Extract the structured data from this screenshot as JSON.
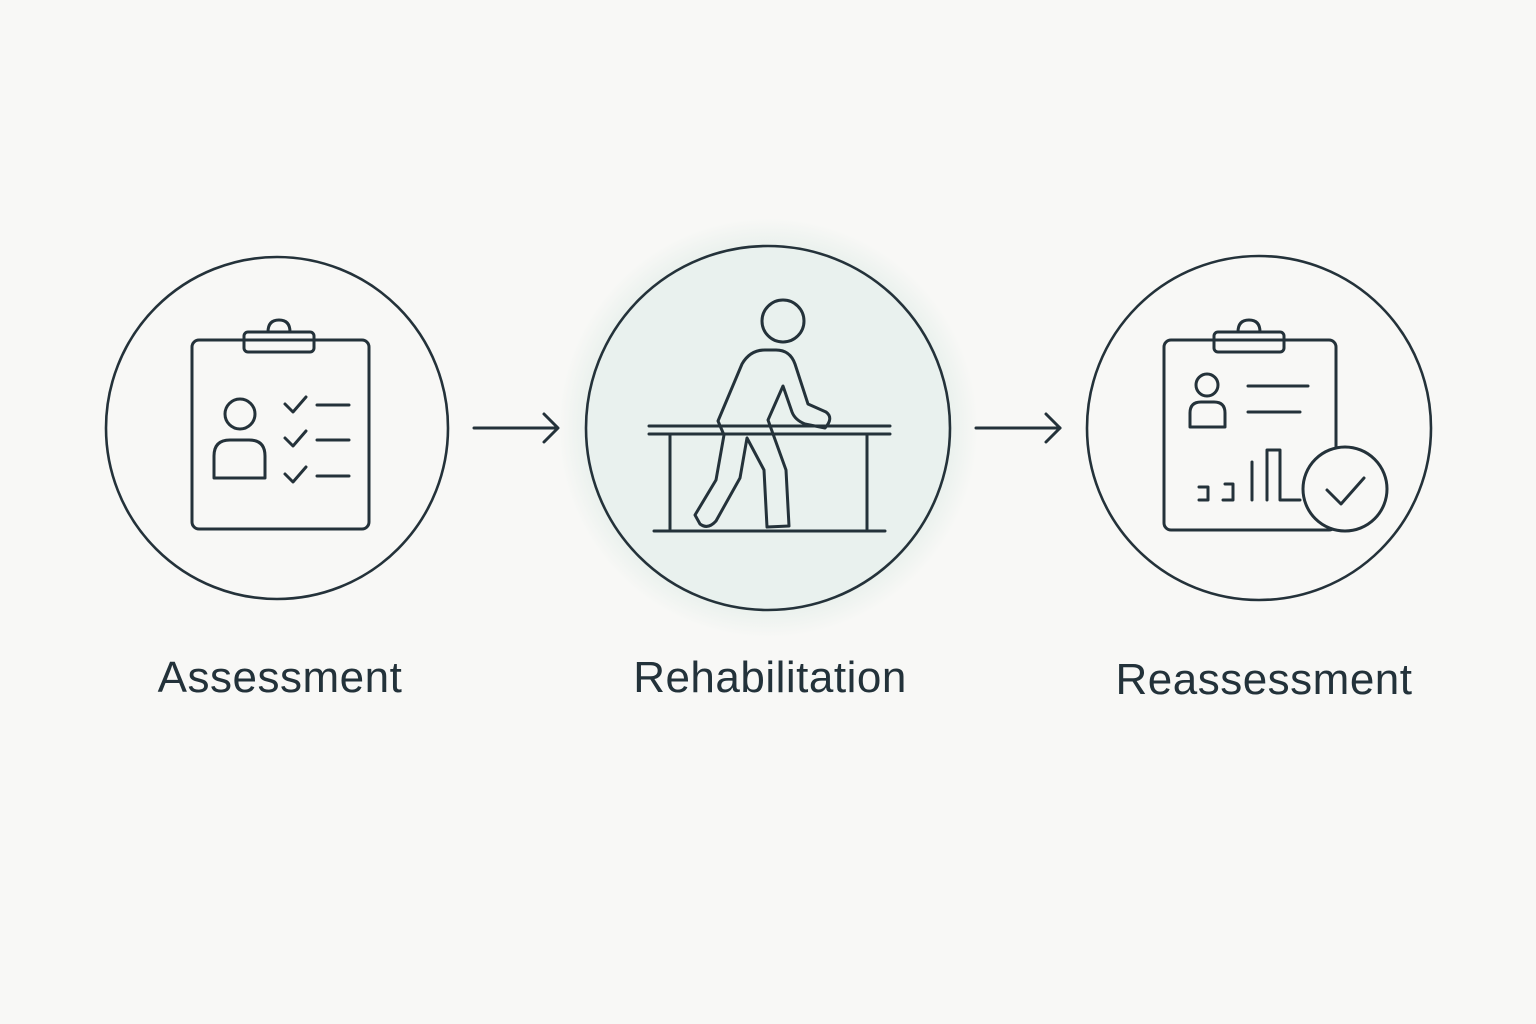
{
  "steps": [
    {
      "label": "Assessment",
      "icon": "clipboard-checklist-icon"
    },
    {
      "label": "Rehabilitation",
      "icon": "walking-parallel-bars-icon"
    },
    {
      "label": "Reassessment",
      "icon": "clipboard-chart-check-icon"
    }
  ],
  "connectors": [
    "arrow-right-icon",
    "arrow-right-icon"
  ],
  "colors": {
    "background": "#f8f8f6",
    "ink": "#24323a",
    "highlight_fill": "#e9f1ee",
    "highlight_glow": "#cfe3dc"
  }
}
